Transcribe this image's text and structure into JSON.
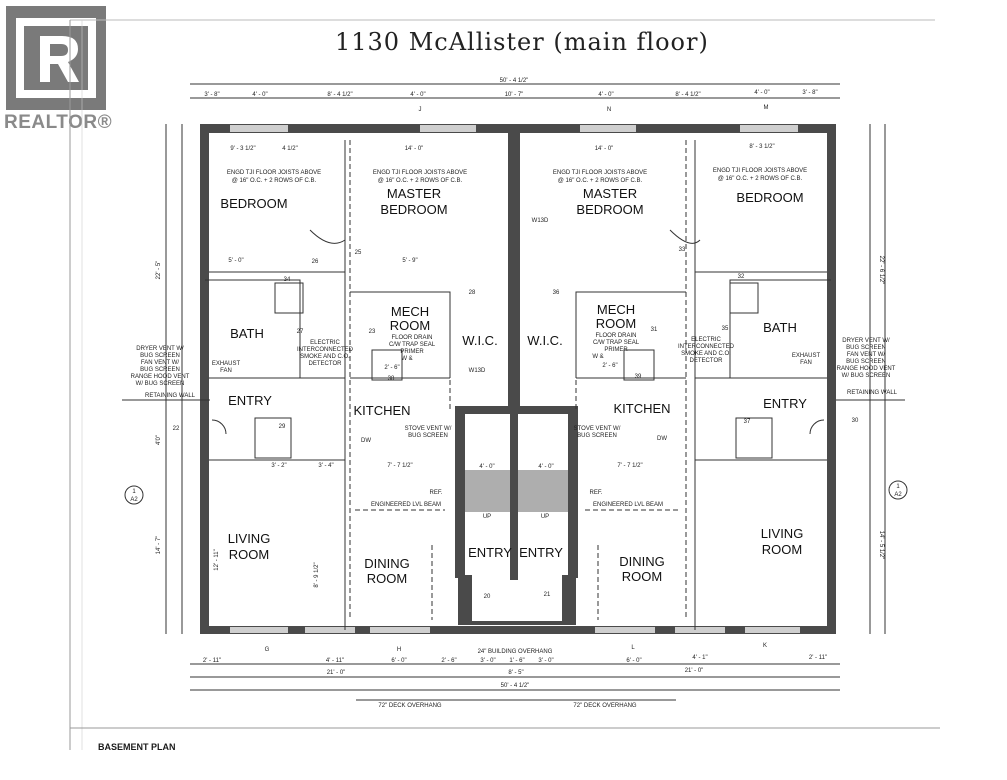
{
  "brand": {
    "logo_text": "REALTOR®"
  },
  "title": "1130 McAllister (main floor)",
  "plan_label": "BASEMENT PLAN",
  "rooms": {
    "bedroom_left": "BEDROOM",
    "master_left_1": "MASTER",
    "master_left_2": "BEDROOM",
    "master_right_1": "MASTER",
    "master_right_2": "BEDROOM",
    "bedroom_right": "BEDROOM",
    "mech_left_1": "MECH",
    "mech_left_2": "ROOM",
    "mech_right_1": "MECH",
    "mech_right_2": "ROOM",
    "bath_left": "BATH",
    "bath_right": "BATH",
    "wic_left": "W.I.C.",
    "wic_right": "W.I.C.",
    "entry_left": "ENTRY",
    "entry_right": "ENTRY",
    "kitchen_left": "KITCHEN",
    "kitchen_right": "KITCHEN",
    "living_left_1": "LIVING",
    "living_left_2": "ROOM",
    "living_right_1": "LIVING",
    "living_right_2": "ROOM",
    "dining_left_1": "DINING",
    "dining_left_2": "ROOM",
    "dining_right_1": "DINING",
    "dining_right_2": "ROOM",
    "entry_center_left": "ENTRY",
    "entry_center_right": "ENTRY"
  },
  "notes": {
    "joists": "ENGD TJI FLOOR JOISTS ABOVE",
    "joists_spec": "@ 16\" O.C. + 2 ROWS OF C.B.",
    "w13d": "W13D",
    "floor_drain_1": "FLOOR DRAIN",
    "floor_drain_2": "C/W TRAP SEAL",
    "floor_drain_3": "PRIMER",
    "smoke_1": "ELECTRIC",
    "smoke_2": "INTERCONNECTED",
    "smoke_3": "SMOKE AND C.O.",
    "smoke_4": "DETECTOR",
    "exhaust_1": "EXHAUST",
    "exhaust_2": "FAN",
    "dryer_1": "DRYER VENT W/",
    "dryer_2": "BUG SCREEN",
    "fanvent_1": "FAN VENT W/",
    "fanvent_2": "BUG SCREEN",
    "hood_1": "RANGE HOOD VENT",
    "hood_2": "W/ BUG SCREEN",
    "retaining": "RETAINING WALL",
    "stove_1": "STOVE VENT W/",
    "stove_2": "BUG SCREEN",
    "beam": "ENGINEERED LVL BEAM",
    "dw": "DW",
    "ref": "REF.",
    "wd": "W &",
    "up": "UP",
    "bldg_overhang": "24\" BUILDING OVERHANG",
    "deck_overhang": "72\" DECK OVERHANG"
  },
  "tags": {
    "t20": "20",
    "t21": "21",
    "t22": "22",
    "t23": "23",
    "t25": "25",
    "t26": "26",
    "t27": "27",
    "t28": "28",
    "t29": "29",
    "t30": "30",
    "t31": "31",
    "t32": "32",
    "t33": "33",
    "t34": "34",
    "t35": "35",
    "t36": "36",
    "t37": "37",
    "t38": "38",
    "t39": "39"
  },
  "gridmarks": {
    "g": "G",
    "h": "H",
    "j": "J",
    "k": "K",
    "l": "L",
    "m": "M",
    "n": "N",
    "one": "1",
    "a2": "A2"
  },
  "dims": {
    "overall_top": "50' - 4 1/2\"",
    "overall_bottom": "50' - 4 1/2\"",
    "top_1": "3' - 8\"",
    "top_2": "4' - 0\"",
    "top_3": "8' - 4 1/2\"",
    "top_4": "4' - 0\"",
    "top_5": "10' - 7\"",
    "top_6": "4' - 0\"",
    "top_7": "8' - 4 1/2\"",
    "top_8": "4' - 0\"",
    "top_9": "3' - 8\"",
    "bot_1": "2' - 11\"",
    "bot_2": "4' - 11\"",
    "bot_3": "6' - 0\"",
    "bot_4": "2' - 6\"",
    "bot_5": "3' - 0\"",
    "bot_6": "1' - 6\"",
    "bot_7": "3' - 0\"",
    "bot_8": "6' - 0\"",
    "bot_9": "4' - 1\"",
    "bot_10": "2' - 11\"",
    "sub_left": "21' - 0\"",
    "sub_mid": "8' - 5\"",
    "sub_right": "21' - 0\"",
    "left_1": "22' - 5\"",
    "left_2": "14' - 7\"",
    "left_3": "4'0\"",
    "right_1": "22' - 6 1/2\"",
    "right_2": "14' - 5 1/2\"",
    "bed_w": "9' - 3 1/2\"",
    "bed_w_r": "8' - 3 1/2\"",
    "master_w": "14' - 0\"",
    "master_w_r": "14' - 0\"",
    "wall_a": "4 1/2\"",
    "wall_b": "5' - 9\"",
    "wall_c": "5' - 0\"",
    "wall_d": "3' - 2\"",
    "wall_e": "7' - 7 1/2\"",
    "wall_f": "8' - 9 1/2\"",
    "wall_g": "12' - 11\"",
    "wall_h": "4' - 0\"",
    "wall_i": "3' - 4\"",
    "wall_j": "2' - 6\""
  }
}
